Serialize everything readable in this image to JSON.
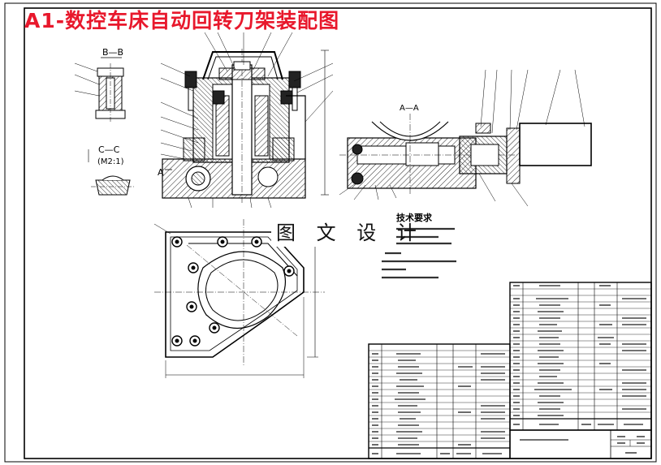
{
  "drawing_title": "A1-数控车床自动回转刀架装配图",
  "watermark_text": "图 文 设 计",
  "section_labels": {
    "b_b": "B—B",
    "c_c": "C—C",
    "c_c_scale": "(M2:1)",
    "a_a": "A—A",
    "a_marker": "A"
  },
  "tech_requirements": {
    "heading": "技术要求"
  },
  "colors": {
    "title": "#e8182c",
    "line": "#000000",
    "hatch": "#333333"
  }
}
